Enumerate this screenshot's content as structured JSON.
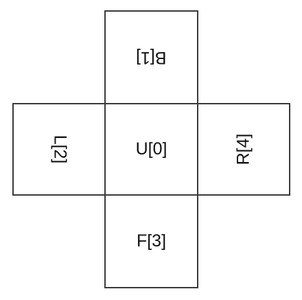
{
  "faces": {
    "back": {
      "label": "B[1]"
    },
    "left": {
      "label": "L[2]"
    },
    "up": {
      "label": "U[0]"
    },
    "right": {
      "label": "R[4]"
    },
    "front": {
      "label": "F[3]"
    }
  },
  "colors": {
    "border": "#3a3a3a",
    "text": "#111111",
    "background": "#ffffff"
  }
}
